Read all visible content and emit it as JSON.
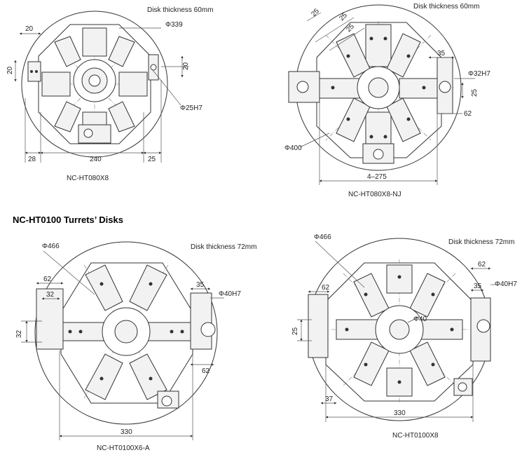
{
  "section_heading": "NC-HT0100 Turrets’ Disks",
  "drawings": [
    {
      "id": "ht080x8",
      "caption": "NC-HT080X8",
      "note": "Disk thickness 60mm",
      "dims": {
        "top_20": "20",
        "left_20": "20",
        "right_20": "20",
        "dia_339": "Φ339",
        "dia_25h7": "Φ25H7",
        "d28": "28",
        "d240": "240",
        "d25": "25"
      }
    },
    {
      "id": "ht080x8nj",
      "caption": "NC-HT080X8-NJ",
      "note": "Disk thickness 60mm",
      "dims": {
        "a25": "25",
        "b25": "25",
        "c25": "25",
        "d35": "35",
        "dia_32h7": "Φ32H7",
        "e25": "25",
        "f62": "62",
        "dia_400": "Φ400",
        "d4_275": "4–275"
      }
    },
    {
      "id": "ht0100x6a",
      "caption": "NC-HT0100X6-A",
      "note": "Disk thickness 72mm",
      "dims": {
        "dia_466": "Φ466",
        "d62": "62",
        "d32a": "32",
        "d32b": "32",
        "d35": "35",
        "dia_40h7": "Φ40H7",
        "d62b": "62",
        "d330": "330"
      }
    },
    {
      "id": "ht0100x8",
      "caption": "NC-HT0100X8",
      "note": "Disk thickness 72mm",
      "dims": {
        "dia_466": "Φ466",
        "d62": "62",
        "d62r": "62",
        "d35": "35",
        "dia_40h7": "Φ40H7",
        "d25": "25",
        "dia_40": "Φ40",
        "d37": "37",
        "d330": "330"
      }
    }
  ]
}
